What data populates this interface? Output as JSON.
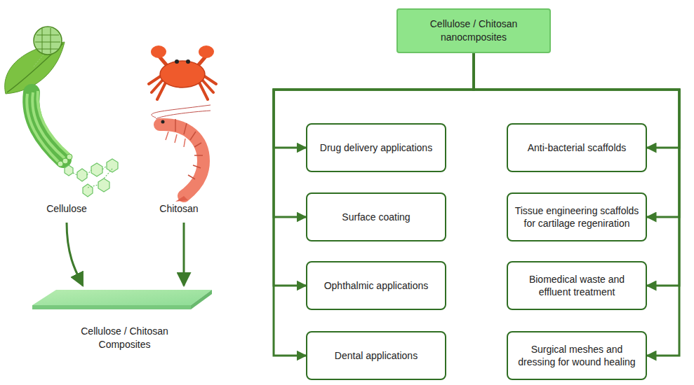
{
  "diagram": {
    "nodes": [
      {
        "text": [
          "Cellulose / Chitosan Composites"
        ]
      },
      {
        "text": [
          "Cellulose / Chitosan nanocmposites"
        ]
      },
      {
        "text": [
          "Drug delivery applications"
        ]
      },
      {
        "text": [
          "Anti-bacterial scaffolds"
        ]
      },
      {
        "text": [
          "Surface coating"
        ]
      },
      {
        "text": [
          "Tissue engineering scaffolds for cartilage regeniration"
        ]
      },
      {
        "text": [
          "Ophthalmic applications"
        ]
      },
      {
        "text": [
          "Biomedical waste and effluent treatment"
        ]
      },
      {
        "text": [
          "Dental applications"
        ]
      },
      {
        "text": [
          "Surgical meshes and dressing for wound healing"
        ]
      }
    ],
    "edges": [
      {
        "from": 1,
        "to": 2,
        "arrow": "to"
      },
      {
        "from": 1,
        "to": 3,
        "arrow": "to"
      },
      {
        "from": 1,
        "to": 4,
        "arrow": "to"
      },
      {
        "from": 1,
        "to": 5,
        "arrow": "to"
      },
      {
        "from": 1,
        "to": 6,
        "arrow": "to"
      },
      {
        "from": 1,
        "to": 7,
        "arrow": "to"
      },
      {
        "from": 1,
        "to": 8,
        "arrow": "to"
      },
      {
        "from": 1,
        "to": 9,
        "arrow": "to"
      }
    ],
    "labels": [
      "Cellulose",
      "Chitosan"
    ]
  }
}
